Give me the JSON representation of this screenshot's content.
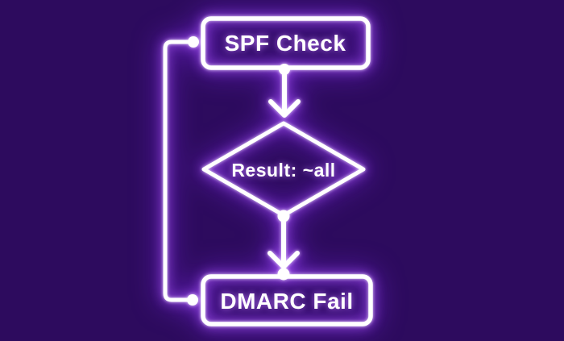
{
  "diagram": {
    "colors": {
      "background": "#2d0b5e",
      "line": "#ffffff",
      "glow": "#a855f7",
      "text": "#ffffff"
    },
    "nodes": [
      {
        "id": "spf-check",
        "shape": "rectangle",
        "label": "SPF Check"
      },
      {
        "id": "result-all",
        "shape": "diamond",
        "label": "Result: ~all"
      },
      {
        "id": "dmarc-fail",
        "shape": "rectangle",
        "label": "DMARC Fail"
      }
    ],
    "connectors": [
      {
        "id": "spf-to-result",
        "type": "arrow",
        "from": "spf-check",
        "to": "result-all"
      },
      {
        "id": "result-to-dmarc",
        "type": "arrow",
        "from": "result-all",
        "to": "dmarc-fail"
      },
      {
        "id": "spf-to-dmarc-loop",
        "type": "line",
        "from": "spf-check",
        "to": "dmarc-fail"
      }
    ]
  }
}
